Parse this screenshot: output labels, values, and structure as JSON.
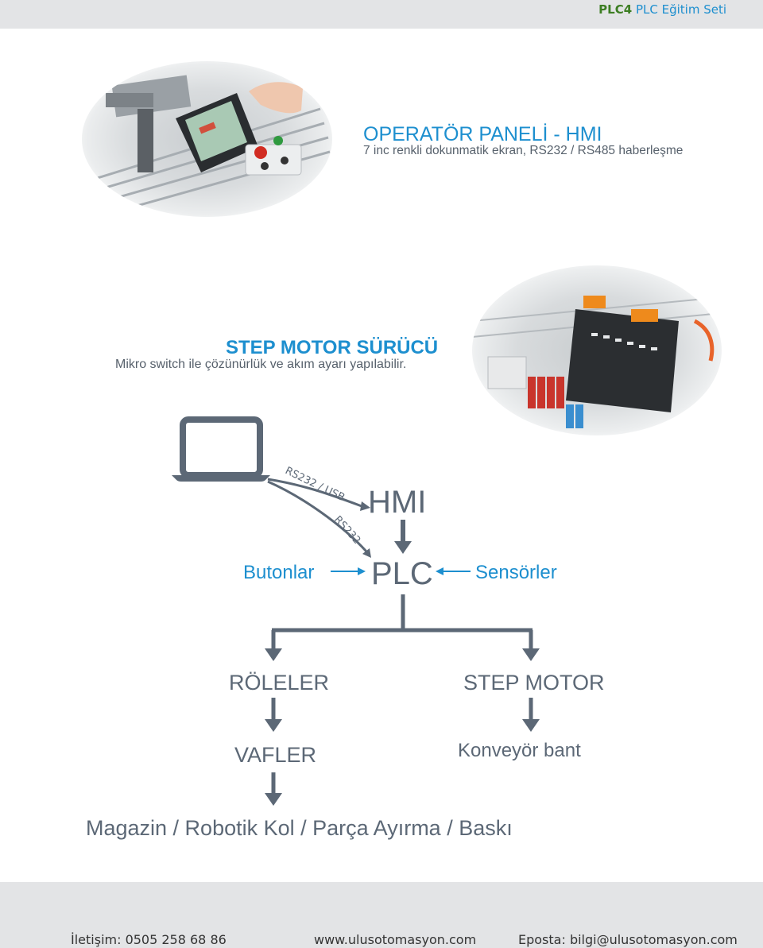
{
  "header": {
    "brand": "PLC4",
    "title": "PLC Eğitim Seti"
  },
  "section_hmi": {
    "title": "OPERATÖR PANELİ - HMI",
    "subtitle": "7 inc renkli dokunmatik ekran, RS232 / RS485 haberleşme"
  },
  "section_step": {
    "title": "STEP MOTOR SÜRÜCÜ",
    "subtitle": "Mikro switch ile çözünürlük ve akım ayarı yapılabilir."
  },
  "diagram": {
    "link1": "RS232 / USB",
    "link2": "RS232",
    "hmi": "HMI",
    "plc": "PLC",
    "inputs_left": "Butonlar",
    "inputs_right": "Sensörler",
    "out_left": "RÖLELER",
    "out_right": "STEP MOTOR",
    "left_2": "VAFLER",
    "right_2": "Konveyör bant",
    "bottom": "Magazin / Robotik Kol / Parça Ayırma / Baskı"
  },
  "footer": {
    "contact": "İletişim: 0505 258 68 86",
    "web": "www.ulusotomasyon.com",
    "email": "Eposta: bilgi@ulusotomasyon.com"
  },
  "colors": {
    "accent": "#1d8fcf",
    "slate": "#5c6876",
    "brand_green": "#3d7e23",
    "bar": "#e3e4e6"
  }
}
